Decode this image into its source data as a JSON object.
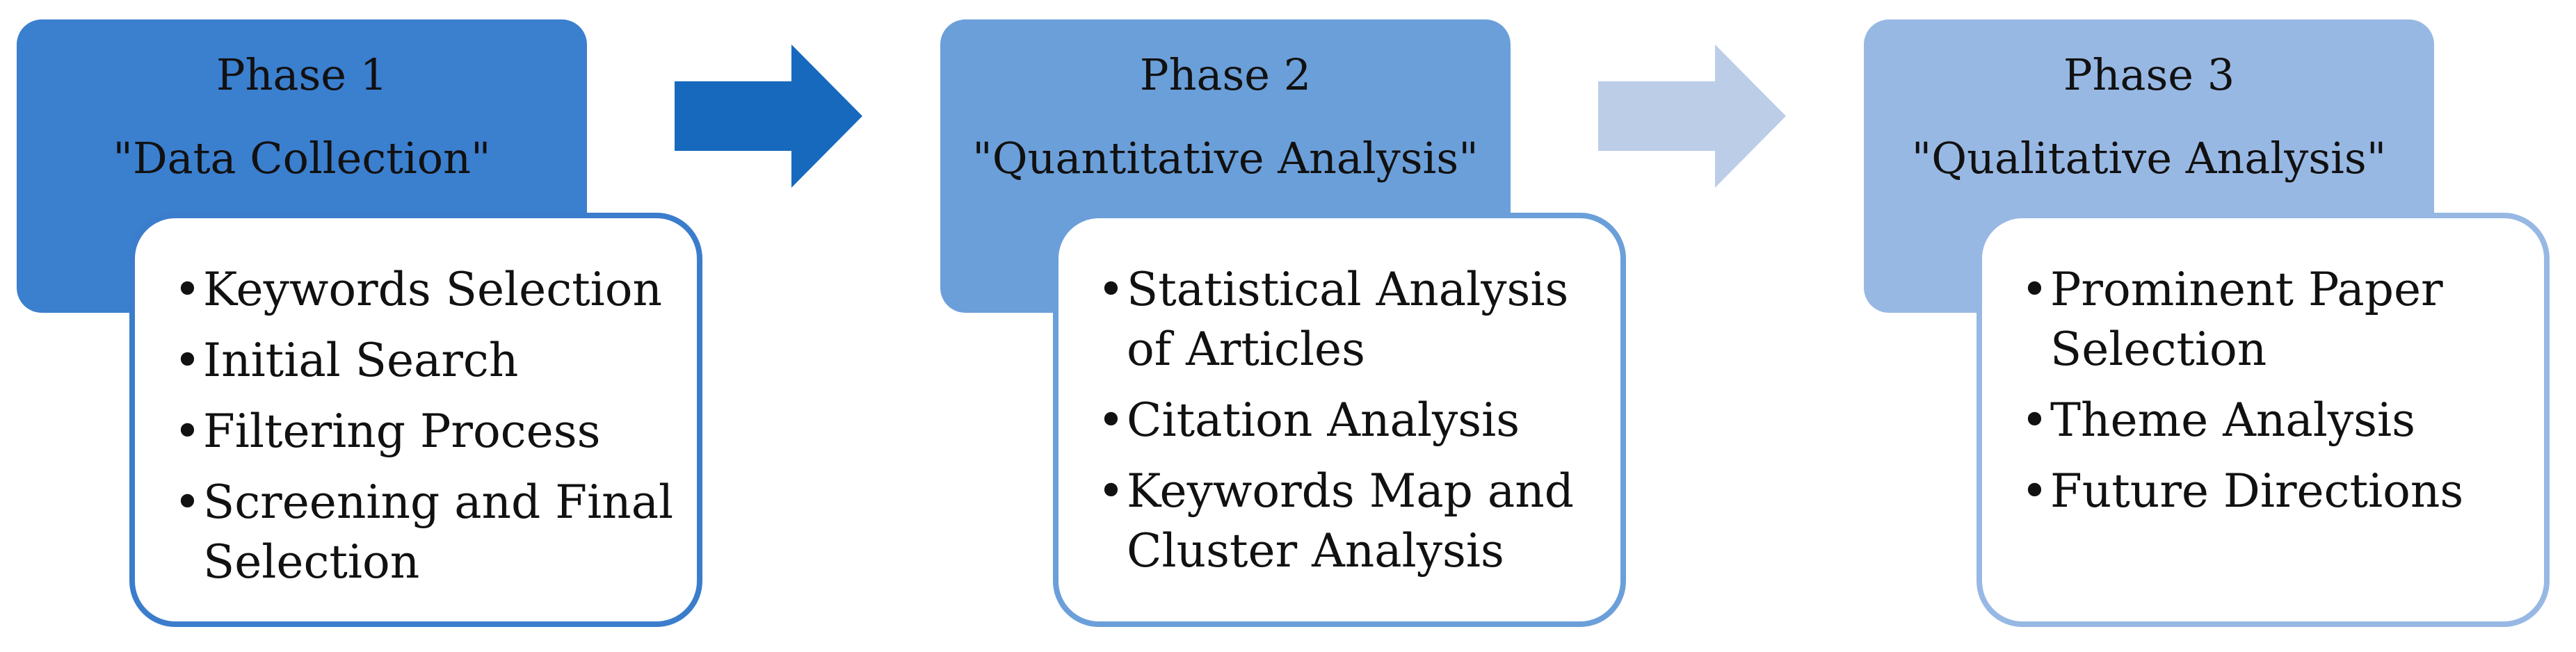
{
  "colors": {
    "phase1_fill": "#3b7fcf",
    "phase2_fill": "#6b9fd9",
    "phase3_fill": "#98b8e4",
    "phase1_border": "#3b7dcc",
    "phase2_border": "#6b9fd9",
    "phase3_border": "#98b8e4",
    "arrow1_fill": "#1769be",
    "arrow2_fill": "#bccde8",
    "text": "#111111"
  },
  "bullet_symbol": "•",
  "phases": [
    {
      "name": "Phase 1",
      "subtitle": "\"Data Collection\"",
      "items": [
        "Keywords Selection",
        "Initial Search",
        "Filtering Process",
        "Screening and Final Selection"
      ]
    },
    {
      "name": "Phase 2",
      "subtitle": "\"Quantitative Analysis\"",
      "items": [
        "Statistical Analysis of Articles",
        "Citation Analysis",
        "Keywords Map and Cluster Analysis"
      ]
    },
    {
      "name": "Phase 3",
      "subtitle": "\"Qualitative Analysis\"",
      "items": [
        "Prominent Paper Selection",
        "Theme Analysis",
        "Future Directions"
      ]
    }
  ]
}
